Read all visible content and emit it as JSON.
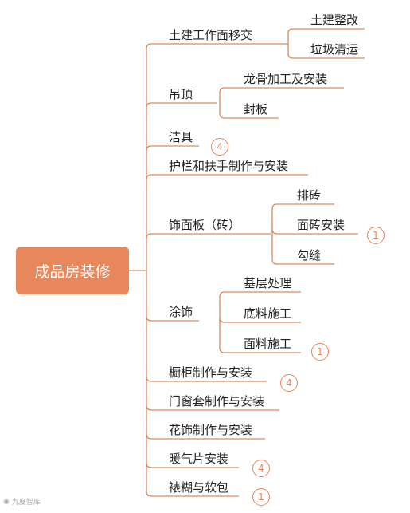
{
  "colors": {
    "accent": "#e8875b",
    "line": "#d98a5e",
    "text": "#222222"
  },
  "root": {
    "label": "成品房装修"
  },
  "branches": [
    {
      "label": "土建工作面移交",
      "children": [
        {
          "label": "土建整改"
        },
        {
          "label": "垃圾清运"
        }
      ]
    },
    {
      "label": "吊顶",
      "children": [
        {
          "label": "龙骨加工及安装"
        },
        {
          "label": "封板"
        }
      ]
    },
    {
      "label": "洁具",
      "badge": "4"
    },
    {
      "label": "护栏和扶手制作与安装"
    },
    {
      "label": "饰面板（砖）",
      "children": [
        {
          "label": "排砖"
        },
        {
          "label": "面砖安装",
          "badge": "1"
        },
        {
          "label": "勾缝"
        }
      ]
    },
    {
      "label": "涂饰",
      "children": [
        {
          "label": "基层处理"
        },
        {
          "label": "底料施工"
        },
        {
          "label": "面料施工",
          "badge": "1"
        }
      ]
    },
    {
      "label": "橱柜制作与安装",
      "badge": "4"
    },
    {
      "label": "门窗套制作与安装"
    },
    {
      "label": "花饰制作与安装"
    },
    {
      "label": "暖气片安装",
      "badge": "4"
    },
    {
      "label": "裱糊与软包",
      "badge": "1"
    }
  ],
  "watermark": {
    "label": "九度智库"
  }
}
